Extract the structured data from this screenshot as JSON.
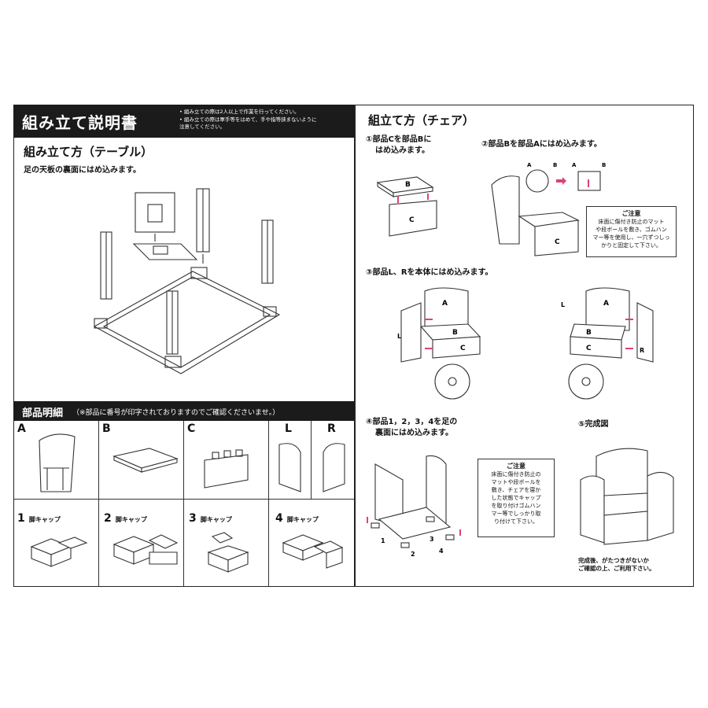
{
  "header": {
    "title": "組み立て説明書",
    "notes": [
      "• 組み立ての際は2人以上で作業を行ってください。",
      "• 組み立ての際は軍手等をはめて、手や指等挟まないように",
      "  注意してください。"
    ]
  },
  "table_section": {
    "title": "組み立て方（テーブル）",
    "instruction": "足の天板の裏面にはめ込みます。"
  },
  "parts_section": {
    "title": "部品明細",
    "note": "（※部品に番号が印字されておりますのでご確認くださいませ。）",
    "parts": [
      "A",
      "B",
      "C",
      "L",
      "R"
    ],
    "caps": [
      {
        "num": "1",
        "label": "脚キャップ"
      },
      {
        "num": "2",
        "label": "脚キャップ"
      },
      {
        "num": "3",
        "label": "脚キャップ"
      },
      {
        "num": "4",
        "label": "脚キャップ"
      }
    ]
  },
  "chair_section": {
    "title": "組立て方（チェア）",
    "step1": [
      "①部品Cを部品Bに",
      "はめ込みます。"
    ],
    "step2": "②部品Bを部品Aにはめ込みます。",
    "step3": "③部品L、Rを本体にはめ込みます。",
    "step4": [
      "④部品1，2，3，4を足の",
      "裏面にはめ込みます。"
    ],
    "step5": "⑤完成図",
    "caution1": {
      "title": "ご注意",
      "body": [
        "床面に傷付き防止のマット",
        "や段ボールを敷き、ゴムハン",
        "マー等を使用し、一穴ずつしっ",
        "かりと固定して下さい。"
      ]
    },
    "caution2": {
      "title": "ご注意",
      "body": [
        "床面に傷付き防止の",
        "マットや段ボールを",
        "敷き、チェアを寝か",
        "した状態でキャップ",
        "を取り付けゴムハン",
        "マー等でしっかり取",
        "り付けて下さい。"
      ]
    },
    "final_note": [
      "完成後、がたつきがないか",
      "ご確認の上、ご利用下さい。"
    ],
    "labels": {
      "a": "A",
      "b": "B",
      "c": "C",
      "l": "L",
      "r": "R",
      "n1": "1",
      "n2": "2",
      "n3": "3",
      "n4": "4"
    }
  },
  "colors": {
    "accent_arrow": "#e0407a",
    "header_bg": "#1b1b1b"
  }
}
